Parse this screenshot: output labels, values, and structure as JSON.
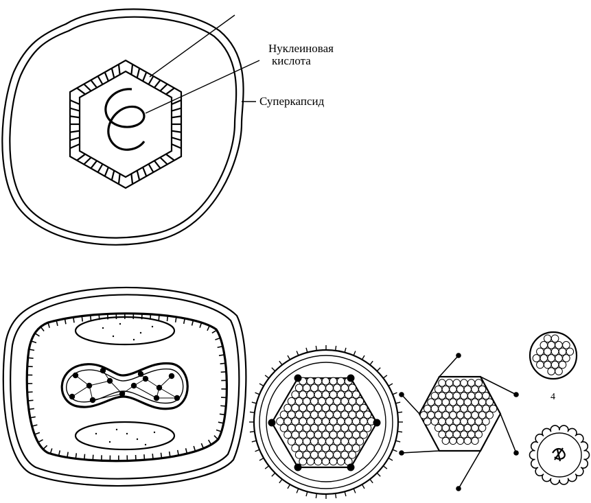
{
  "labels": {
    "nucleic_acid_line1": "Нуклеиновая",
    "nucleic_acid_line2": "кислота",
    "supercapsid": "Суперкапсид",
    "figure_number_4": "4"
  },
  "colors": {
    "ink": "#000000",
    "paper": "#ffffff"
  }
}
